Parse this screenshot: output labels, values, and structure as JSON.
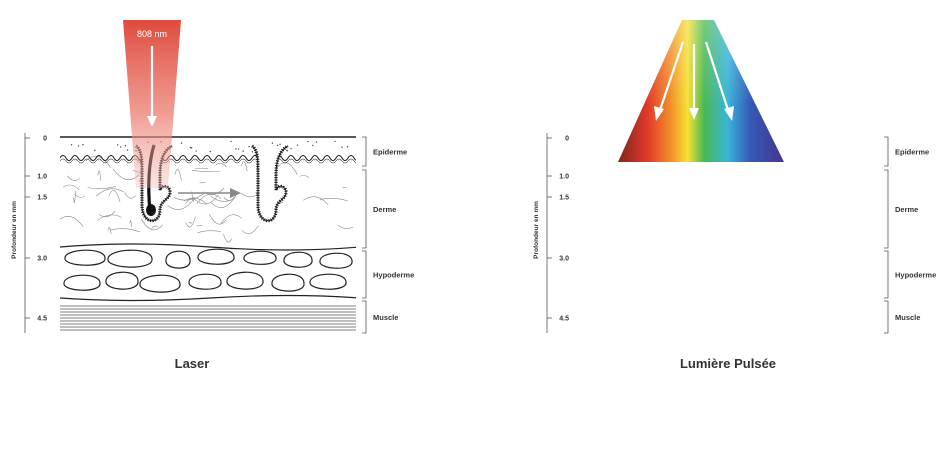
{
  "wavelength_label": "808 nm",
  "axis_label": "Profondeur en mm",
  "depth_ticks": [
    "0",
    "1.0",
    "1.5",
    "3.0",
    "4.5"
  ],
  "layers": [
    "Epiderme",
    "Derme",
    "Hypoderme",
    "Muscle"
  ],
  "panels": [
    {
      "caption": "Laser",
      "light": "laser"
    },
    {
      "caption": "Lumière Pulsée",
      "light": "pulsed"
    }
  ],
  "colors": {
    "laser": "#e35a4b",
    "line": "#222222",
    "mesh": "#8a8a8a",
    "arrow": "#888888"
  }
}
